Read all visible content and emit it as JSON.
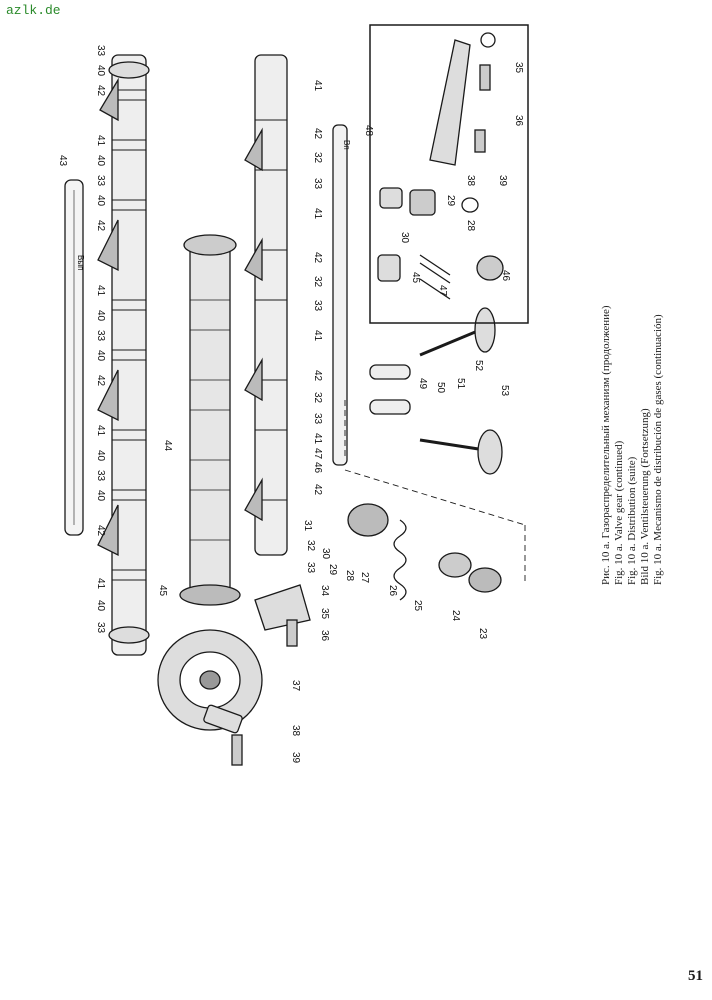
{
  "watermark": "azlk.de",
  "page_number": "51",
  "caption": [
    "Рис. 10 а. Газораспределительный механизм (продолжение)",
    "Fig. 10 a. Valve gear (continued)",
    "Fig. 10 a. Distribution (suite)",
    "Bild 10 a. Ventilsteuerung (Fortsetzung)",
    "Fig. 10 a. Mecanismo de distribución de gases (continuación)"
  ],
  "shaft_markings": {
    "shaft_43": "Вып",
    "shaft_48": "Вп"
  },
  "callouts": {
    "top_row": [
      "33",
      "40",
      "42",
      "41",
      "40",
      "33",
      "40",
      "42",
      "41",
      "40",
      "33",
      "40",
      "42",
      "41",
      "40",
      "33",
      "40",
      "42",
      "41",
      "40",
      "33"
    ],
    "upper_right_row": [
      "41",
      "42",
      "32",
      "33",
      "41",
      "42",
      "32",
      "33",
      "41",
      "42",
      "32",
      "33",
      "41",
      "47",
      "46",
      "42",
      "32",
      "33"
    ],
    "camshaft": [
      "43",
      "44",
      "45",
      "31",
      "30",
      "29",
      "28",
      "27",
      "26",
      "25",
      "24",
      "23",
      "34",
      "35",
      "36",
      "37",
      "38",
      "39"
    ],
    "valves": [
      "48",
      "49",
      "50",
      "51",
      "52",
      "53"
    ],
    "inset": [
      "35",
      "36",
      "38",
      "39",
      "30",
      "29",
      "28",
      "45",
      "47",
      "46"
    ]
  }
}
